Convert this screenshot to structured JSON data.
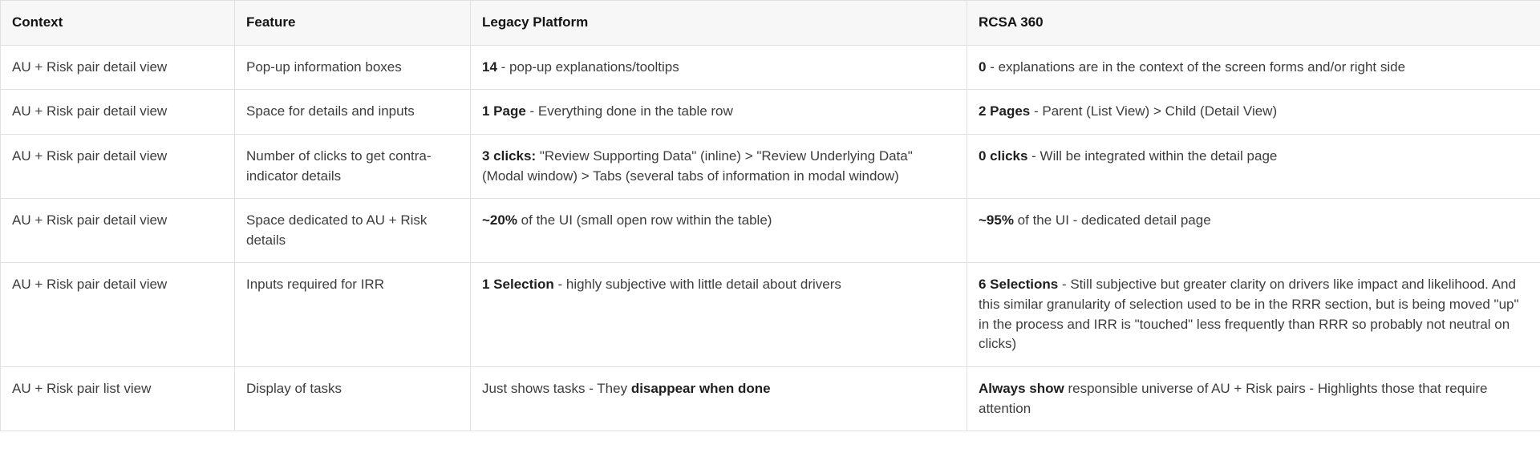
{
  "colors": {
    "header_bg": "#f7f7f8",
    "border": "#e1e1e1",
    "text": "#3d3d3d",
    "bold_text": "#1f1f1f"
  },
  "table": {
    "columns": [
      "Context",
      "Feature",
      "Legacy Platform",
      "RCSA 360"
    ],
    "rows": [
      [
        [
          {
            "t": "AU + Risk pair detail view",
            "b": false
          }
        ],
        [
          {
            "t": "Pop-up information boxes",
            "b": false
          }
        ],
        [
          {
            "t": "14",
            "b": true
          },
          {
            "t": " - pop-up explanations/tooltips",
            "b": false
          }
        ],
        [
          {
            "t": "0",
            "b": true
          },
          {
            "t": " - explanations are in the context of the screen forms and/or right side",
            "b": false
          }
        ]
      ],
      [
        [
          {
            "t": "AU + Risk pair detail view",
            "b": false
          }
        ],
        [
          {
            "t": "Space for details and inputs",
            "b": false
          }
        ],
        [
          {
            "t": "1 Page",
            "b": true
          },
          {
            "t": " - Everything done in the table row",
            "b": false
          }
        ],
        [
          {
            "t": "2 Pages",
            "b": true
          },
          {
            "t": " - Parent (List View) > Child (Detail View)",
            "b": false
          }
        ]
      ],
      [
        [
          {
            "t": "AU + Risk pair detail view",
            "b": false
          }
        ],
        [
          {
            "t": "Number of clicks to get contra-indicator details",
            "b": false
          }
        ],
        [
          {
            "t": "3 clicks:",
            "b": true
          },
          {
            "t": " \"Review Supporting Data\" (inline) > \"Review Underlying Data\" (Modal window) > Tabs (several tabs of information in modal window)",
            "b": false
          }
        ],
        [
          {
            "t": "0 clicks",
            "b": true
          },
          {
            "t": " - Will be integrated within the detail page",
            "b": false
          }
        ]
      ],
      [
        [
          {
            "t": "AU + Risk pair detail view",
            "b": false
          }
        ],
        [
          {
            "t": "Space dedicated to AU + Risk details",
            "b": false
          }
        ],
        [
          {
            "t": "~20%",
            "b": true
          },
          {
            "t": " of the UI (small open row within the table)",
            "b": false
          }
        ],
        [
          {
            "t": "~95%",
            "b": true
          },
          {
            "t": " of the UI - dedicated detail page",
            "b": false
          }
        ]
      ],
      [
        [
          {
            "t": "AU + Risk pair detail view",
            "b": false
          }
        ],
        [
          {
            "t": "Inputs required for IRR",
            "b": false
          }
        ],
        [
          {
            "t": "1 Selection",
            "b": true
          },
          {
            "t": " - highly subjective with little detail about drivers",
            "b": false
          }
        ],
        [
          {
            "t": "6 Selections",
            "b": true
          },
          {
            "t": " - Still subjective but greater clarity on drivers like impact and likelihood. And this similar granularity of selection used to be in the RRR section, but is being moved \"up\" in the process and IRR is \"touched\" less frequently than RRR so probably not neutral on clicks)",
            "b": false
          }
        ]
      ],
      [
        [
          {
            "t": "AU + Risk pair list view",
            "b": false
          }
        ],
        [
          {
            "t": "Display of tasks",
            "b": false
          }
        ],
        [
          {
            "t": "Just shows tasks - They ",
            "b": false
          },
          {
            "t": "disappear when done",
            "b": true
          }
        ],
        [
          {
            "t": "Always show",
            "b": true
          },
          {
            "t": " responsible universe of AU + Risk pairs - Highlights those that require attention",
            "b": false
          }
        ]
      ]
    ]
  }
}
